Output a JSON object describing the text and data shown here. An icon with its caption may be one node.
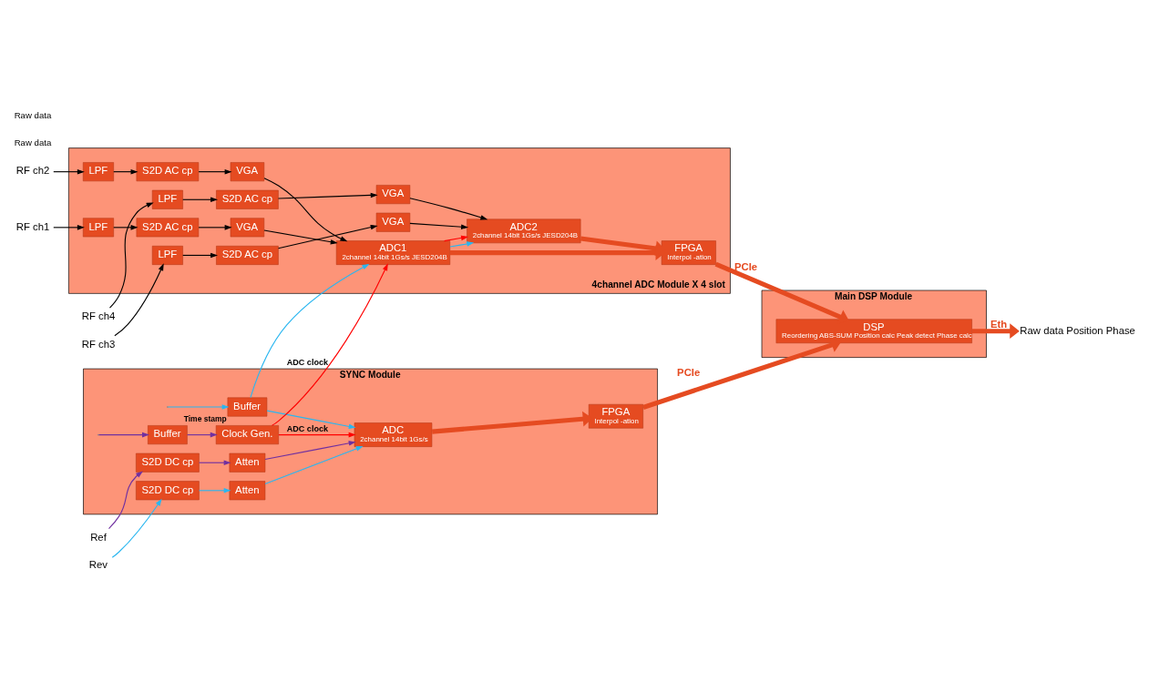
{
  "diagram": {
    "nodes": [
      {
        "text": [
          "SYNC Module"
        ]
      },
      {
        "text": [
          "Ref"
        ]
      },
      {
        "text": [
          "Rev"
        ]
      },
      {
        "text": [
          "S2D DC cp"
        ],
        "in": 0
      },
      {
        "text": [
          "Atten"
        ],
        "in": 0
      },
      {
        "text": [
          "S2D DC cp"
        ],
        "in": 0
      },
      {
        "text": [
          "Atten"
        ],
        "in": 0
      },
      {
        "text": [
          "ADC",
          "2channel 14bit 1Gs/s"
        ],
        "in": 0
      },
      {
        "text": [
          "Buffer"
        ],
        "in": 0
      },
      {
        "text": [
          "Buffer"
        ],
        "in": 0,
        "beside": [
          "Time stamp"
        ]
      },
      {
        "text": [
          "Clock Gen."
        ],
        "in": 0
      },
      {
        "text": [
          "FPGA",
          "Interpol -ation"
        ],
        "in": 0
      },
      {
        "text": [
          "4channel ADC Module X 4 slot"
        ]
      },
      {
        "text": [
          "RF ch1"
        ]
      },
      {
        "text": [
          "RF ch2"
        ]
      },
      {
        "text": [
          "RF ch3"
        ]
      },
      {
        "text": [
          "RF ch4"
        ]
      },
      {
        "text": [
          "LPF"
        ],
        "in": 12
      },
      {
        "text": [
          "LPF"
        ],
        "in": 12
      },
      {
        "text": [
          "LPF"
        ],
        "in": 12
      },
      {
        "text": [
          "LPF"
        ],
        "in": 12
      },
      {
        "text": [
          "S2D AC cp"
        ],
        "in": 12
      },
      {
        "text": [
          "S2D AC cp"
        ],
        "in": 12
      },
      {
        "text": [
          "S2D AC cp"
        ],
        "in": 12
      },
      {
        "text": [
          "S2D AC cp"
        ],
        "in": 12
      },
      {
        "text": [
          "VGA"
        ],
        "in": 12
      },
      {
        "text": [
          "VGA"
        ],
        "in": 12
      },
      {
        "text": [
          "VGA"
        ],
        "in": 12
      },
      {
        "text": [
          "VGA"
        ],
        "in": 12
      },
      {
        "text": [
          "ADC1",
          "2channel 14bit 1Gs/s JESD204B"
        ],
        "in": 12
      },
      {
        "text": [
          "ADC2",
          "2channel 14bit 1Gs/s JESD204B"
        ],
        "in": 12
      },
      {
        "text": [
          "FPGA",
          "Interpol -ation"
        ],
        "in": 12
      },
      {
        "text": [
          "Main DSP Module"
        ]
      },
      {
        "text": [
          "DSP",
          "Reordering ABS-SUM Position calc Peak detect Phase calc"
        ],
        "in": 32
      },
      {
        "text": [
          "Raw data Position Phase"
        ]
      }
    ],
    "edges": [
      {
        "from": 1,
        "to": 3,
        "arrow": "to",
        "color": "#7030a0"
      },
      {
        "from": 3,
        "to": 4,
        "arrow": "to",
        "color": "#7030a0"
      },
      {
        "from": 4,
        "to": 7,
        "arrow": "to",
        "color": "#7030a0"
      },
      {
        "from": 2,
        "to": 5,
        "arrow": "to",
        "color": "#29b6f0"
      },
      {
        "from": 5,
        "to": 6,
        "arrow": "to",
        "color": "#29b6f0"
      },
      {
        "from": 6,
        "to": 7,
        "arrow": "to",
        "color": "#29b6f0"
      },
      {
        "from": null,
        "to": 8,
        "arrow": "to",
        "color": "#7030a0"
      },
      {
        "from": 8,
        "to": 10,
        "arrow": "to",
        "color": "#7030a0"
      },
      {
        "from": null,
        "to": 9,
        "arrow": "to",
        "color": "#29b6f0"
      },
      {
        "from": 9,
        "to": 7,
        "arrow": "to",
        "color": "#29b6f0"
      },
      {
        "from": 9,
        "to": 29,
        "arrow": "to",
        "color": "#29b6f0"
      },
      {
        "from": 10,
        "to": 7,
        "arrow": "to",
        "label": "ADC clock",
        "color": "#ff0000"
      },
      {
        "from": 10,
        "to": 29,
        "arrow": "to",
        "label": "ADC clock",
        "color": "#ff0000"
      },
      {
        "from": 7,
        "to": 11,
        "arrow": "to",
        "style": "thick",
        "color": "#e54b21"
      },
      {
        "from": 13,
        "to": 17,
        "arrow": "to"
      },
      {
        "from": 14,
        "to": 18,
        "arrow": "to"
      },
      {
        "from": 15,
        "to": 19,
        "arrow": "to"
      },
      {
        "from": 16,
        "to": 20,
        "arrow": "to"
      },
      {
        "from": 17,
        "to": 21,
        "arrow": "to"
      },
      {
        "from": 18,
        "to": 22,
        "arrow": "to"
      },
      {
        "from": 19,
        "to": 23,
        "arrow": "to"
      },
      {
        "from": 20,
        "to": 24,
        "arrow": "to"
      },
      {
        "from": 21,
        "to": 25,
        "arrow": "to"
      },
      {
        "from": 22,
        "to": 26,
        "arrow": "to"
      },
      {
        "from": 23,
        "to": 27,
        "arrow": "to"
      },
      {
        "from": 24,
        "to": 28,
        "arrow": "to"
      },
      {
        "from": 25,
        "to": 29,
        "arrow": "to"
      },
      {
        "from": 26,
        "to": 29,
        "arrow": "to"
      },
      {
        "from": 27,
        "to": 30,
        "arrow": "to"
      },
      {
        "from": 28,
        "to": 30,
        "arrow": "to"
      },
      {
        "from": 29,
        "to": 30,
        "arrow": "to",
        "color": "#29b6f0"
      },
      {
        "from": 29,
        "to": 30,
        "arrow": "to",
        "color": "#ff0000"
      },
      {
        "from": 29,
        "to": 31,
        "arrow": "to",
        "style": "thick",
        "color": "#e54b21"
      },
      {
        "from": 30,
        "to": 31,
        "arrow": "to",
        "style": "thick",
        "color": "#e54b21"
      },
      {
        "from": 11,
        "to": 33,
        "arrow": "to",
        "label": "PCIe",
        "style": "thick",
        "color": "#e54b21"
      },
      {
        "from": 31,
        "to": 33,
        "arrow": "to",
        "label": "PCIe",
        "style": "thick",
        "color": "#e54b21"
      },
      {
        "from": 33,
        "to": 34,
        "arrow": "to",
        "label": "Eth",
        "style": "thick",
        "color": "#e54b21"
      }
    ],
    "labels": [
      "Raw data",
      "Raw data"
    ]
  }
}
